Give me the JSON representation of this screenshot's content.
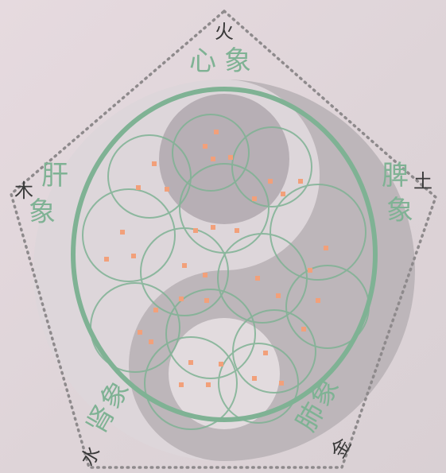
{
  "diagram": {
    "nodes": [
      {
        "element": "火",
        "organ": [
          "心",
          "象"
        ]
      },
      {
        "element": "土",
        "organ": [
          "脾",
          "象"
        ]
      },
      {
        "element": "金",
        "organ": [
          "肺",
          "象"
        ]
      },
      {
        "element": "水",
        "organ": [
          "肾",
          "象"
        ]
      },
      {
        "element": "木",
        "organ": [
          "肝",
          "象"
        ]
      }
    ]
  },
  "colors": {
    "background": "#e3d8dc",
    "yin_yang_dark": "#b7b0b4",
    "yin_yang_light": "#ddd6da",
    "ring": "#7fb294",
    "pentagon_dots": "#8e8a8c",
    "dot_markers": "#f2a07a",
    "element_text": "#3a3a3a",
    "organ_text": "#7fb294"
  }
}
